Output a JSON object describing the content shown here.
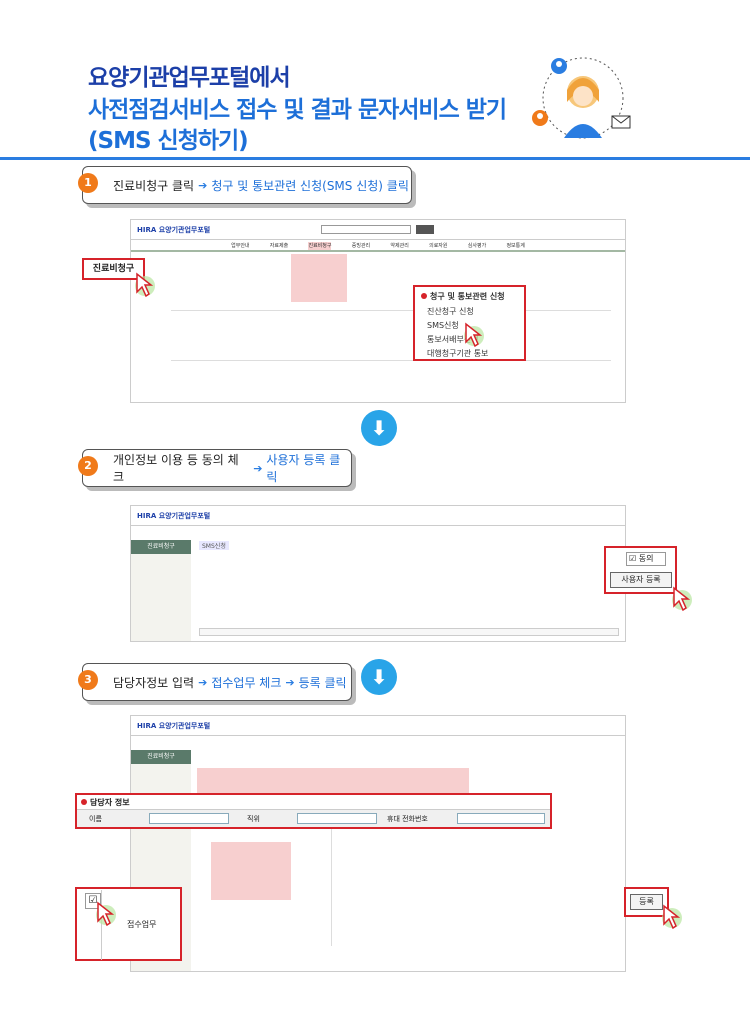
{
  "header": {
    "title_line1": "요양기관업무포털에서",
    "title_line2": "사전점검서비스 접수 및 결과 문자서비스 받기",
    "title_line3": "(SMS 신청하기)"
  },
  "steps": [
    {
      "num": "1",
      "text_plain": "진료비청구 클릭",
      "text_blue": "청구 및 통보관련 신청(SMS 신청) 클릭"
    },
    {
      "num": "2",
      "text_plain": "개인정보 이용 등 동의 체크",
      "text_blue": "사용자 등록 클릭"
    },
    {
      "num": "3",
      "text_plain": "담당자정보 입력",
      "text_blue1": "접수업무 체크",
      "text_blue2": "등록 클릭"
    }
  ],
  "shot1": {
    "logo": "HIRA 요양기관업무포털",
    "nav": [
      "업무안내",
      "자료제출",
      "진료비청구",
      "증빙관리",
      "약제관리",
      "의료자원",
      "심사평가",
      "정보통계"
    ],
    "label_billing": "진료비청구",
    "callout_title": "청구 및 통보관련 신청",
    "callout_items": [
      "진산청구 신청",
      "SMS신청",
      "통보서배부신청",
      "대행청구기관 통보"
    ]
  },
  "shot2": {
    "logo": "HIRA 요양기관업무포털",
    "sidebar_title": "진료비청구",
    "agree_label": "동의",
    "register_label": "사용자 등록",
    "notice_title": "SMS신청"
  },
  "shot3": {
    "logo": "HIRA 요양기관업무포털",
    "sidebar_title": "진료비청구",
    "manager_title": "담당자 정보",
    "fields": [
      "이름",
      "직위",
      "휴대 전화번호"
    ],
    "task_label": "접수업무",
    "register_label": "등록"
  },
  "colors": {
    "accent": "#2a7de1",
    "title_dark": "#1c3fa8",
    "step_num": "#f07a1a",
    "highlight": "#d6232a"
  }
}
